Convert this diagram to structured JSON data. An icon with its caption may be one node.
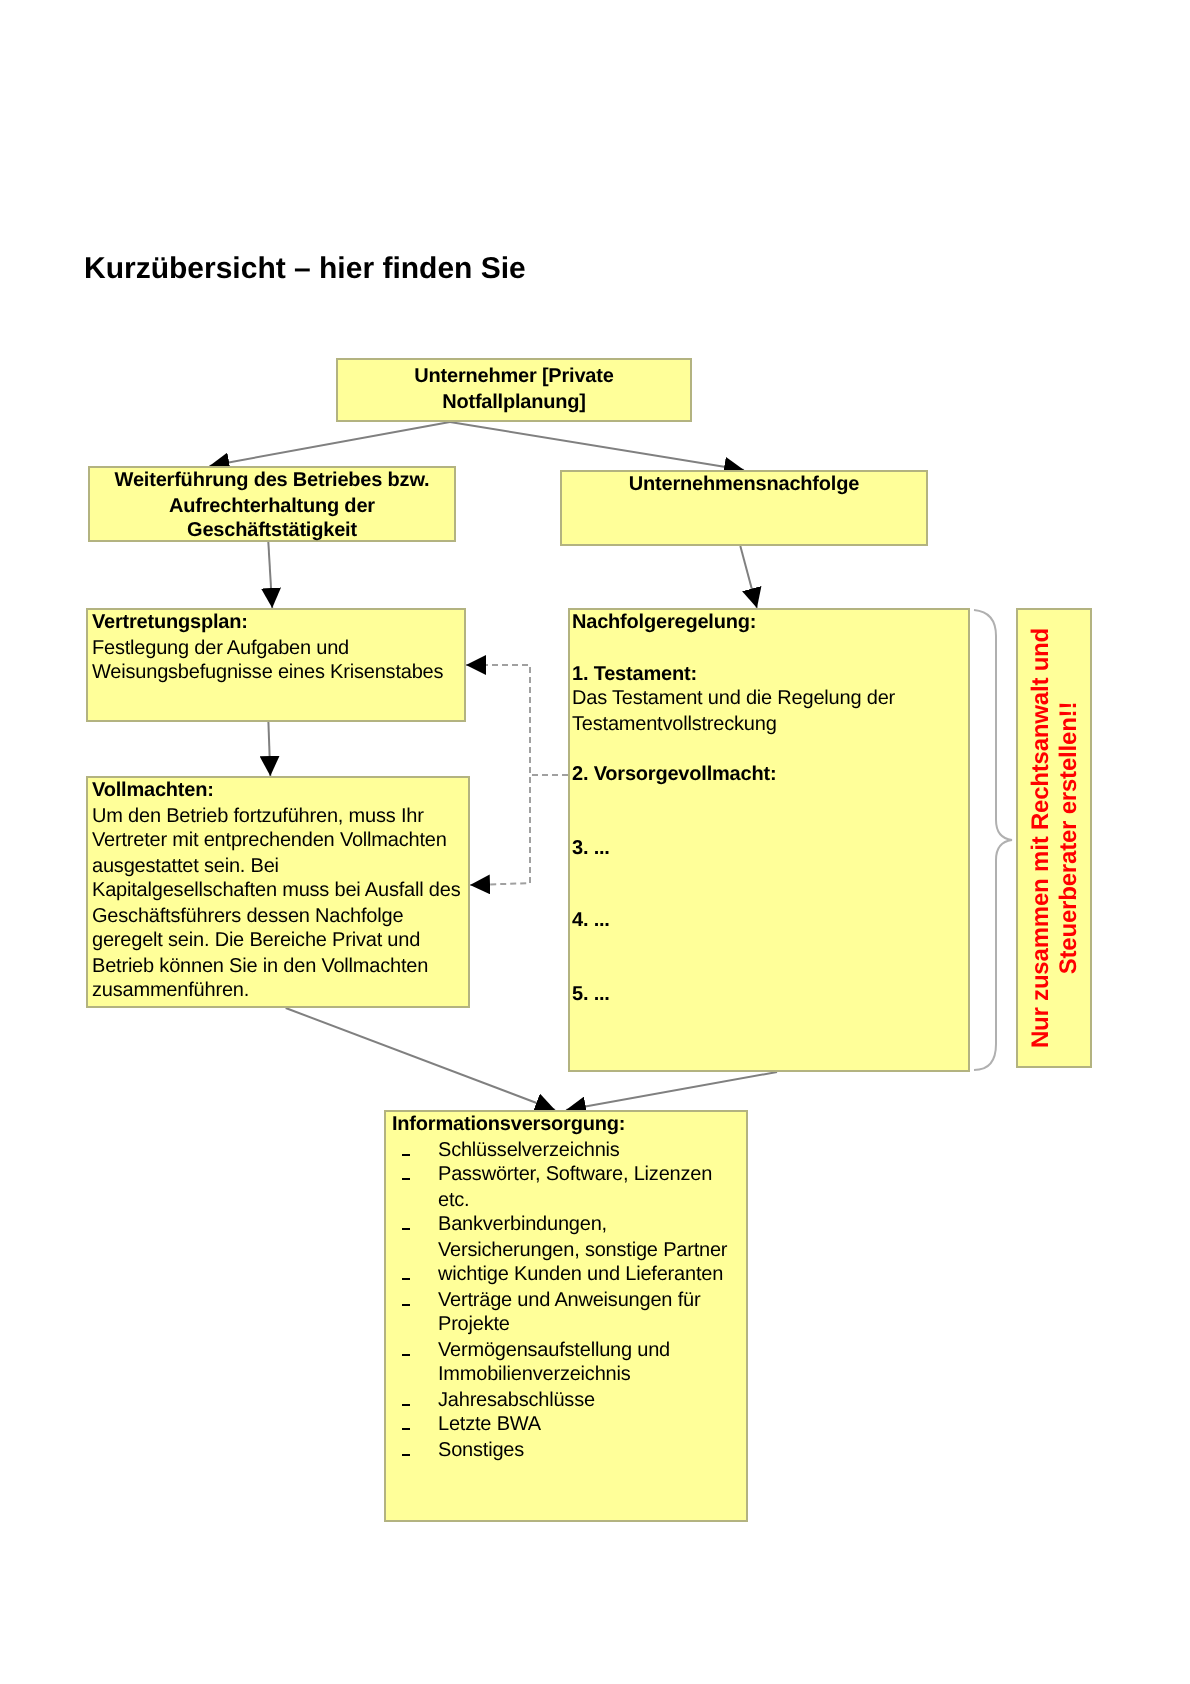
{
  "diagram": {
    "title": "Kurzübersicht – hier finden Sie",
    "nodes": [
      {
        "text": [
          "Unternehmer [Private Notfallplanung]"
        ]
      },
      {
        "text": [
          "Weiterführung des Betriebes bzw. Aufrechterhaltung der Geschäftstätigkeit"
        ]
      },
      {
        "text": [
          "Unternehmensnachfolge"
        ]
      },
      {
        "text": [
          "Vertretungsplan:",
          "Festlegung der Aufgaben und Weisungsbefugnisse eines Krisenstabes"
        ]
      },
      {
        "text": [
          "Nachfolgeregelung:",
          "1. Testament:",
          "Das Testament und die Regelung der Testamentvollstreckung",
          "2. Vorsorgevollmacht:",
          "3. ...",
          "4. ...",
          "5. ..."
        ]
      },
      {
        "text": [
          "Vollmachten:",
          "Um den Betrieb fortzuführen, muss Ihr Vertreter mit entprechenden Vollmachten ausgestattet sein. Bei Kapitalgesellschaften muss bei Ausfall des Geschäftsführers dessen Nachfolge geregelt sein. Die Bereiche Privat und Betrieb können Sie in den Vollmachten zusammenführen."
        ]
      },
      {
        "text": [
          "Nur zusammen mit Rechtsanwalt und Steuerberater erstellen!!"
        ]
      },
      {
        "text": [
          "Informationsversorgung:",
          "Schlüsselverzeichnis",
          "Passwörter, Software, Lizenzen etc.",
          "Bankverbindungen, Versicherungen, sonstige Partner",
          "wichtige Kunden und Lieferanten",
          "Verträge und Anweisungen für Projekte",
          "Vermögensaufstellung und Immobilienverzeichnis",
          "Jahresabschlüsse",
          "Letzte BWA",
          "Sonstiges"
        ]
      }
    ],
    "edges": [
      {
        "from": 0,
        "to": 1,
        "arrow": "to"
      },
      {
        "from": 0,
        "to": 2,
        "arrow": "to"
      },
      {
        "from": 1,
        "to": 3,
        "arrow": "to"
      },
      {
        "from": 2,
        "to": 4,
        "arrow": "to"
      },
      {
        "from": 3,
        "to": 5,
        "arrow": "to"
      },
      {
        "from": 4,
        "to": 3,
        "arrow": "to",
        "style": "dashed"
      },
      {
        "from": 4,
        "to": 5,
        "arrow": "to",
        "style": "dashed"
      },
      {
        "from": 5,
        "to": 7,
        "arrow": "to"
      },
      {
        "from": 4,
        "to": 7,
        "arrow": "to"
      }
    ]
  }
}
